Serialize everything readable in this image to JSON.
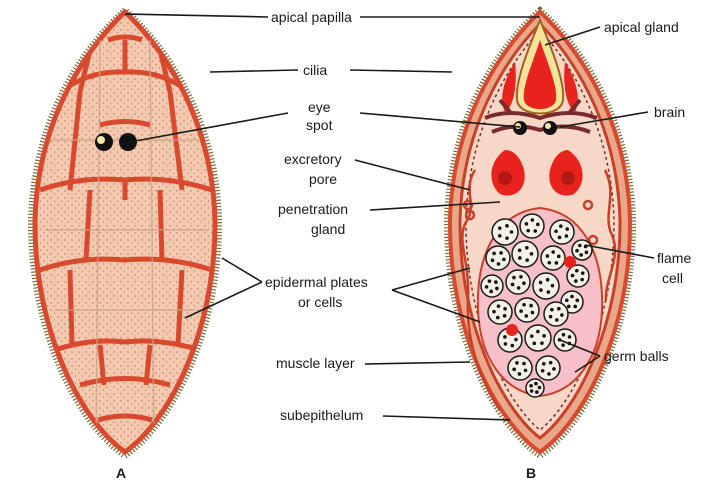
{
  "figure_labels": {
    "a": "A",
    "b": "B"
  },
  "labels": {
    "apical_papilla": "apical papilla",
    "apical_gland": "apical gland",
    "cilia": "cilia",
    "eye_spot_line1": "eye",
    "eye_spot_line2": "spot",
    "brain": "brain",
    "excretory_pore_line1": "excretory",
    "excretory_pore_line2": "pore",
    "penetration_gland_line1": "penetration",
    "penetration_gland_line2": "gland",
    "flame_cell_line1": "flame",
    "flame_cell_line2": "cell",
    "epidermal_line1": "epidermal plates",
    "epidermal_line2": "or cells",
    "muscle_layer": "muscle layer",
    "germ_balls": "germ balls",
    "subepithelum": "subepithelum"
  },
  "colors": {
    "plate_fill": "#f3c9b0",
    "plate_border": "#d9492e",
    "cilia": "#7a6a3a",
    "gland_red": "#e8231e",
    "brain": "#7a2a2a",
    "germ_ball": "#f4f1e6",
    "cavity": "#f7d8c6"
  }
}
